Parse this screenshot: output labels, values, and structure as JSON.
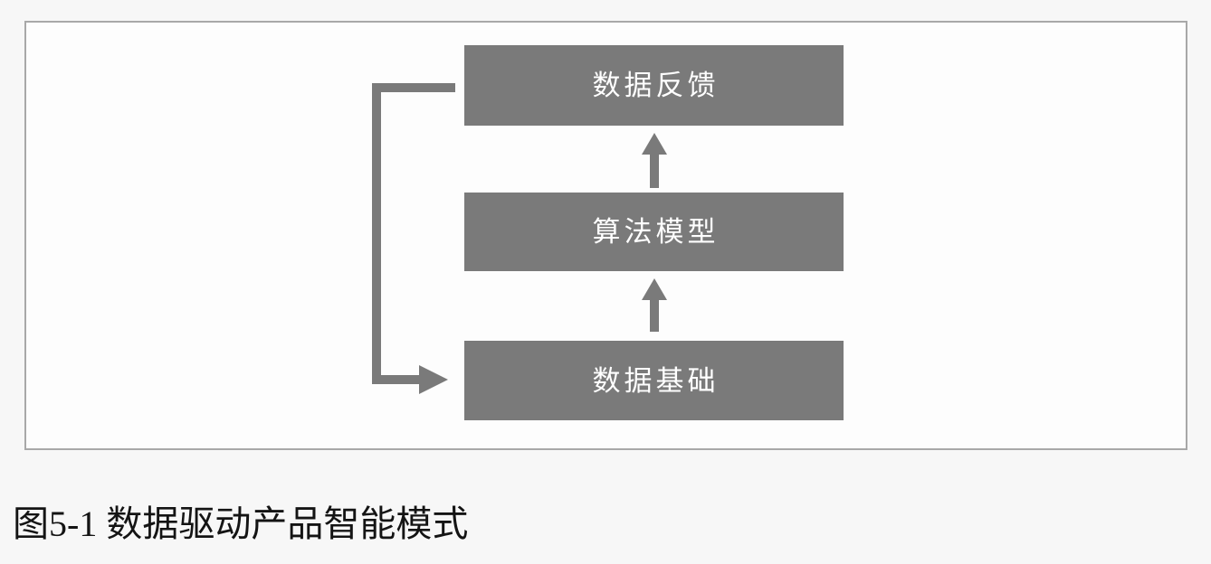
{
  "figure": {
    "caption": "图5-1 数据驱动产品智能模式"
  },
  "diagram": {
    "boxes": [
      {
        "id": "data-feedback",
        "label": "数据反馈"
      },
      {
        "id": "algorithm-model",
        "label": "算法模型"
      },
      {
        "id": "data-foundation",
        "label": "数据基础"
      }
    ],
    "arrows": [
      {
        "id": "data-foundation-to-algorithm-model",
        "direction": "up"
      },
      {
        "id": "algorithm-model-to-data-feedback",
        "direction": "up"
      },
      {
        "id": "data-feedback-to-data-foundation",
        "direction": "left-down-loop"
      }
    ],
    "colors": {
      "box_fill": "#7a7a7a",
      "box_text": "#ffffff",
      "arrow": "#7a7a7a",
      "panel_border": "#a8a8a8",
      "panel_background": "#fdfdfd",
      "page_background": "#f7f7f7",
      "caption_color": "#141414"
    }
  }
}
